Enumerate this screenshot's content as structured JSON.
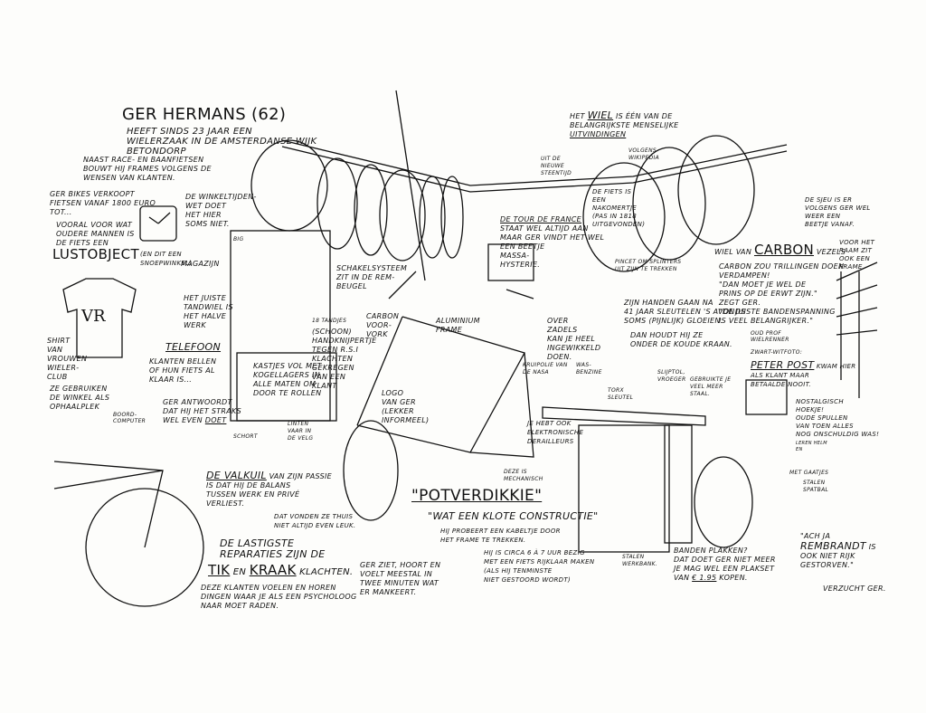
{
  "title": "GER HERMANS (62)",
  "intro": "HEEFT SINDS 23 JAAR EEN\nWIELERZAAK IN DE AMSTERDANSE WIJK\nBETONDORP",
  "annotations": {
    "frames": "NAAST RACE- EN BAANFIETSEN\nBOUWT HIJ FRAMES VOLGENS DE\nWENSEN VAN KLANTEN.",
    "prices": "GER BIKES VERKOOPT\nFIETSEN VANAF 1800 EURO\nTOT...",
    "lust_intro": "VOORAL VOOR WAT\nOUDERE MANNEN IS\nDE FIETS EEN",
    "lust_word": "LUSTOBJECT",
    "lust_note": "(EN DIT EEN\nSNOEPWINKEL)",
    "clock": "DE WINKELTIJDEN-\nWET DOET\nHET HIER\nSOMS NIET.",
    "magazijn": "MAGAZIJN",
    "big": "BIG",
    "tandwiel": "HET JUISTE\nTANDWIEL IS\nHET HALVE\nWERK",
    "tandjes": "18 TANDJES",
    "telefoon_title": "TELEFOON",
    "telefoon_text": "KLANTEN BELLEN\nOF HUN FIETS AL\nKLAAR IS...",
    "shirt": "SHIRT\nVAN\nVROUWEN\nWIELER-\nCLUB",
    "shirt_use": "ZE GEBRUIKEN\nDE WINKEL ALS\nOPHAALPLEK",
    "boordcomputer": "BOORD-\nCOMPUTER",
    "antwoord_text": "GER ANTWOORDT\nDAT HIJ HET STRAKS\nWEL EVEN",
    "antwoord_word": "DOET",
    "kastjes": "KASTJES VOL MET\nKOGELLAGERS IN\nALLE MATEN OM\nDOOR TE ROLLEN",
    "handknijper": "(SCHOON)\nHANDKNIJPERTJE\nTEGEN R.S.I\nKLACHTEN\nGEKREGEN\nVAN EEN\nKLANT",
    "schakel": "SCHAKELSYSTEEM\nZIT IN DE REM-\nBEUGEL",
    "voorvork": "CARBON\nVOOR-\nVORK",
    "frame": "ALUMINIUM\nFRAME",
    "logo": "LOGO\nVAN GER\n(LEKKER\nINFORMEEL)",
    "linten": "LINTEN\nVAAR IN\nDE VELG",
    "schort": "SCHORT",
    "valkuil_title": "DE VALKUIL",
    "valkuil_text": " VAN ZIJN PASSIE\nIS DAT HIJ DE BALANS\nTUSSEN WERK EN PRIVÉ\nVERLIEST.",
    "thuis": "DAT VONDEN ZE THUIS\nNIET ALTIJD EVEN LEUK.",
    "lastig_text": "DE LASTIGSTE\nREPARATIES ZIJN DE",
    "tik": "TIK",
    "en": " EN ",
    "kraak": "KRAAK",
    "klachten": " KLACHTEN.",
    "psycholoog": "DEZE KLANTEN VOELEN EN HOREN\nDINGEN WAAR JE ALS EEN PSYCHOLOOG\nNAAR MOET RADEN.",
    "ziet": "GER ZIET, HOORT EN\nVOELT MEESTAL IN\nTWEE MINUTEN WAT\nER MANKEERT.",
    "potverdikkie": "\"POTVERDIKKIE\"",
    "klote": "\"WAT EEN KLOTE CONSTRUCTIE\"",
    "kabeltje": "HIJ PROBEERT EEN KABELTJE DOOR\nHET FRAME TE TREKKEN.",
    "uren": "HIJ IS CIRCA 6 À 7 UUR BEZIG\nMET EEN FIETS RIJKLAAR MAKEN\n(ALS HIJ TENMINSTE\nNIET GESTOORD WORDT)",
    "mechanisch": "DEZE IS\nMECHANISCH",
    "elektronisch": "JE HEBT OOK\nELEKTRONISCHE\nDERAILLEURS",
    "werkbank": "STALEN\nWERKBANK.",
    "banden": "BANDEN PLAKKEN?\nDAT DOET GER NIET MEER\nJE MAG WEL EEN PLAKSET\nVAN",
    "price": "€ 1.95",
    "kopen": " KOPEN.",
    "ach_ja": "\"ACH JA",
    "rembrandt": "REMBRANDT",
    "rembrandt_rest": " IS\nOOK NIET RIJK\nGESTORVEN.\"",
    "verzucht": "VERZUCHT GER.",
    "wiel_pre": "HET ",
    "wiel_word": "WIEL",
    "wiel_post": " IS ÉÉN VAN DE\nBELANGRIJKSTE MENSELIJKE",
    "uitvindingen": "UITVINDINGEN",
    "steentijd": "UIT DE\nNIEUWE\nSTEENTIJD",
    "wikipedia": "VOLGENS\nWIKIPEDIA",
    "nakomertje": "DE FIETS IS\nEEN\nNAKOMERTJE\n(PAS IN 1818\nUITGEVONDEN)",
    "tour_title": "DE TOUR DE FRANCE",
    "tour_text": "STAAT WEL ALTIJD AAN\nMAAR GER VINDT HET WEL\nEEN BEETJE\nMASSA-\nHYSTERIE.",
    "sjeu": "DE SJEU IS ER\nVOLGENS GER WEL\nWEER EEN\nBEETJE VANAF.",
    "carbon_pre": "WIEL VAN ",
    "carbon_word": "CARBON",
    "carbon_post": " VEZELS",
    "carbon_text": "CARBON ZOU TRILLINGEN DOEN\nVERDAMPEN!\n\"DAN MOET JE WEL DE\nPRINS OP DE ERWT ZIJN.\"\nZEGT GER.\n\"DE JUISTE BANDENSPANNING\nIS VEEL BELANGRIJKER.\"",
    "raam": "VOOR HET\nRAAM ZIT\nOOK EEN\nFRAME",
    "pincet": "PINCET OM SPLINTERS\nUIT ZIJN TE TREKKEN",
    "handen": "ZIJN HANDEN GAAN NA\n41 JAAR SLEUTELEN 'S AVONDS\nSOMS (PIJNLIJK) GLOEIEN.",
    "kraan": "DAN HOUDT HIJ ZE\nONDER DE KOUDE KRAAN.",
    "zadels": "OVER\nZADELS\nKAN JE HEEL\nINGEWIKKELD\nDOEN.",
    "kruipolie": "KRUIPOLIE VAN\nDE NASA",
    "wasbenzine": "WAS-\nBENZINE",
    "slijptol": "SLIJPTOL,\nVROEGER",
    "torx": "TORX\nSLEUTEL",
    "staal": "GEBRUIKTE JE\nVEEL MEER\nSTAAL.",
    "prof": "OUD PROF\nWIELRENNER",
    "foto": "ZWART-WITFOTO:",
    "peter_post": "PETER POST",
    "post_text": " KWAM HIER\nALS KLANT MAAR\nBETAALDE NOOIT.",
    "nostalgisch": "NOSTALGISCH\nHOEKJE!\nOUDE SPULLEN\nVAN TOEN ALLES\nNOG ONSCHULDIG WAS!",
    "helm": "LEREN HELM\nEN",
    "gaatjes": "MET GAATJES",
    "spatbal": "STALEN\nSPATBAL"
  }
}
